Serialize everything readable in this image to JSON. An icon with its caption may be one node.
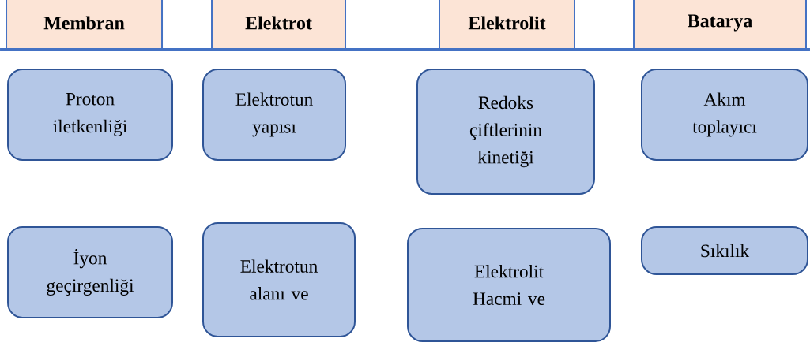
{
  "diagram": {
    "nodes": [
      {
        "text": [
          "Membran"
        ]
      },
      {
        "text": [
          "Elektrot"
        ]
      },
      {
        "text": [
          "Elektrolit"
        ]
      },
      {
        "text": [
          "Batarya"
        ]
      },
      {
        "text": [
          "Proton iletkenliği"
        ]
      },
      {
        "text": [
          "Elektrotun yapısı"
        ]
      },
      {
        "text": [
          "Redoks çiftlerinin kinetiği"
        ]
      },
      {
        "text": [
          "Akım toplayıcı"
        ]
      },
      {
        "text": [
          "İyon geçirgenliği"
        ]
      },
      {
        "text": [
          "Elektrotun alanı ve"
        ]
      },
      {
        "text": [
          "Elektrolit Hacmi ve"
        ]
      },
      {
        "text": [
          "Sıkılık"
        ]
      }
    ]
  }
}
